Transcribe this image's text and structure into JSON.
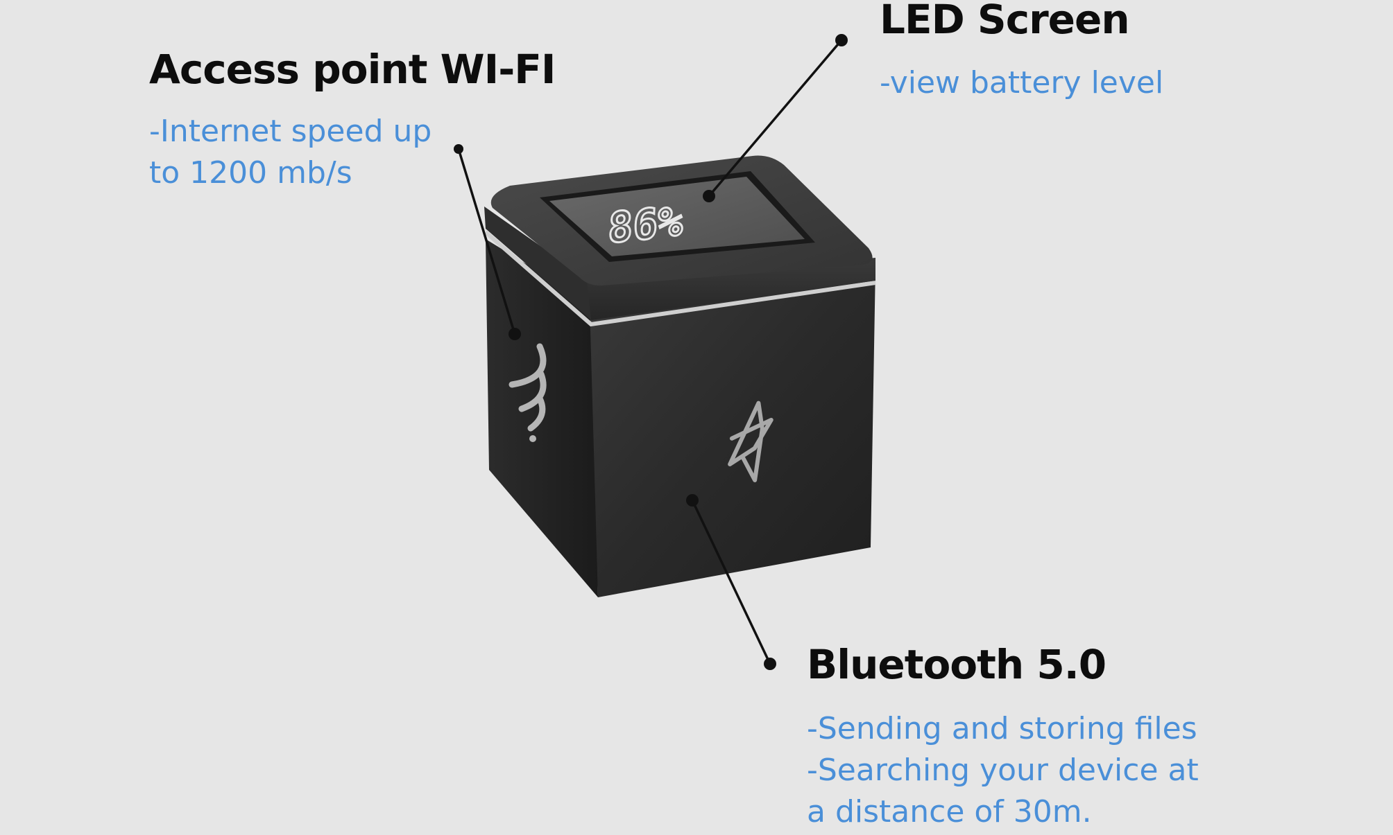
{
  "callouts": {
    "wifi": {
      "title": "Access point WI-FI",
      "lines": [
        "-Internet speed up",
        "to 1200 mb/s"
      ]
    },
    "led": {
      "title": "LED Screen",
      "lines": [
        "-view battery level"
      ]
    },
    "bluetooth": {
      "title": "Bluetooth 5.0",
      "lines": [
        "-Sending and storing files",
        "-Searching your device at",
        "a distance of 30m."
      ]
    }
  },
  "device": {
    "display_reading": "86%",
    "side_icon": "wifi-icon",
    "front_icon": "bluetooth-icon"
  },
  "colors": {
    "background": "#e6e6e6",
    "heading": "#0d0d0d",
    "description": "#4a8fd8",
    "device_body": "#2b2b2b"
  }
}
